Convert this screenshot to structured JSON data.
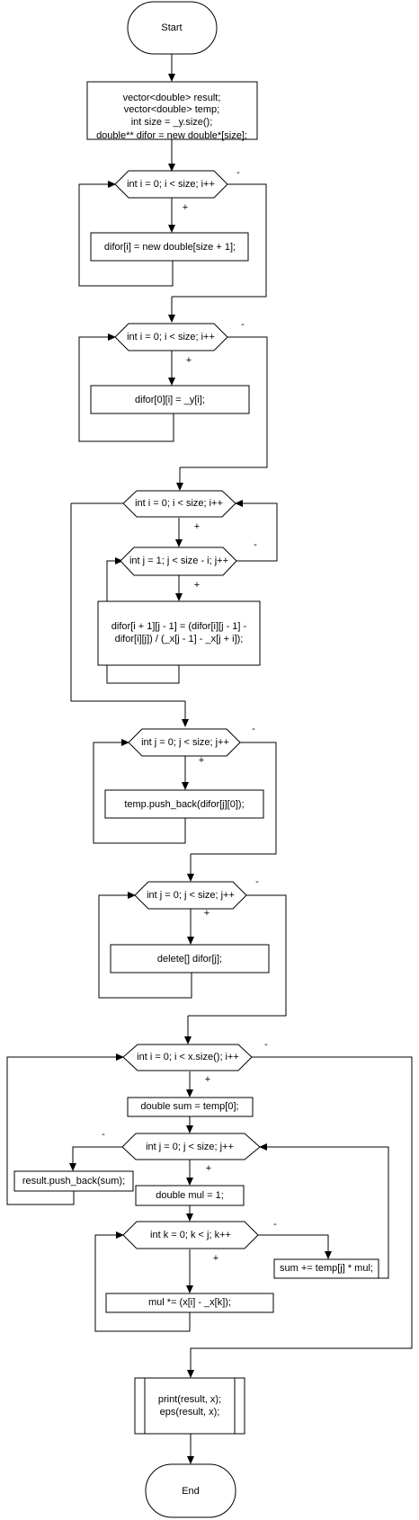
{
  "start": "Start",
  "end": "End",
  "init": [
    "vector<double> result;",
    "vector<double> temp;",
    "int size = _y.size();",
    "double** difor = new double*[size];"
  ],
  "loop1": {
    "cond": "int i = 0; i < size; i++",
    "body": "difor[i] = new double[size + 1];"
  },
  "loop2": {
    "cond": "int i = 0; i < size; i++",
    "body": "difor[0][i] = _y[i];"
  },
  "loop3": {
    "cond": "int i = 0; i < size; i++",
    "inner_cond": "int j = 1; j < size - i; j++",
    "body": [
      "difor[i + 1][j - 1] = (difor[i][j - 1] -",
      "difor[i][j]) / (_x[j - 1] - _x[j + i]);"
    ]
  },
  "loop4": {
    "cond": "int j = 0; j < size; j++",
    "body": "temp.push_back(difor[j][0]);"
  },
  "loop5": {
    "cond": "int j = 0; j < size; j++",
    "body": "delete[] difor[j];"
  },
  "loop6": {
    "cond": "int i = 0; i < x.size(); i++",
    "sum_init": "double sum = temp[0];",
    "j_cond": "int j = 0; j < size; j++",
    "push": "result.push_back(sum);",
    "mul_init": "double mul = 1;",
    "k_cond": "int k = 0; k < j; k++",
    "sum_add": "sum += temp[j] * mul;",
    "mul_body": "mul *= (x[i] - _x[k]);"
  },
  "final": [
    "print(result, x);",
    "eps(result, x);"
  ],
  "labels": {
    "plus": "+",
    "minus": "-"
  }
}
